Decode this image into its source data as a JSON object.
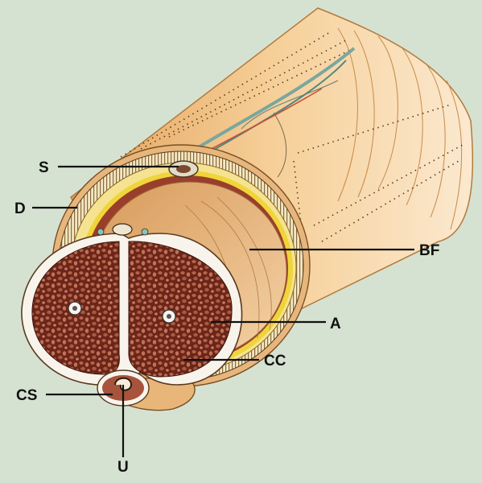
{
  "colors": {
    "background": "#d6e2d1",
    "skin": "#f3c487",
    "skin_dark": "#d99a52",
    "fascia": "#e8b878",
    "fat_yellow": "#f0dc3a",
    "cavernosum": "#7a2e22",
    "tunica": "#f7f2ea",
    "vessel_teal": "#6f9e98",
    "line": "#111111"
  },
  "labels": {
    "S": "S",
    "D": "D",
    "BF": "BF",
    "A": "A",
    "CC": "CC",
    "CS": "CS",
    "U": "U"
  }
}
